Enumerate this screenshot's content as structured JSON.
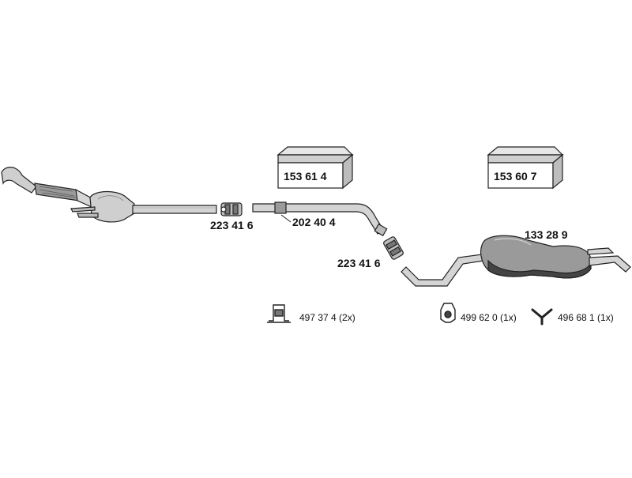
{
  "parts": {
    "flex_clamp_1": "223 41 6",
    "mid_pipe": "202 40 4",
    "flex_clamp_2": "223 41 6",
    "rear_muffler": "133 28 9"
  },
  "kits": {
    "kit_left": "153 61 4",
    "kit_right": "153 60 7"
  },
  "hardware": {
    "hanger_bracket": "497 37 4 (2x)",
    "rubber_mount": "499 62 0 (1x)",
    "y_hanger": "496 68 1 (1x)"
  },
  "colors": {
    "line": "#222222",
    "fill_light": "#d9d9d9",
    "fill_mid": "#9a9a9a",
    "fill_dark": "#444444"
  }
}
